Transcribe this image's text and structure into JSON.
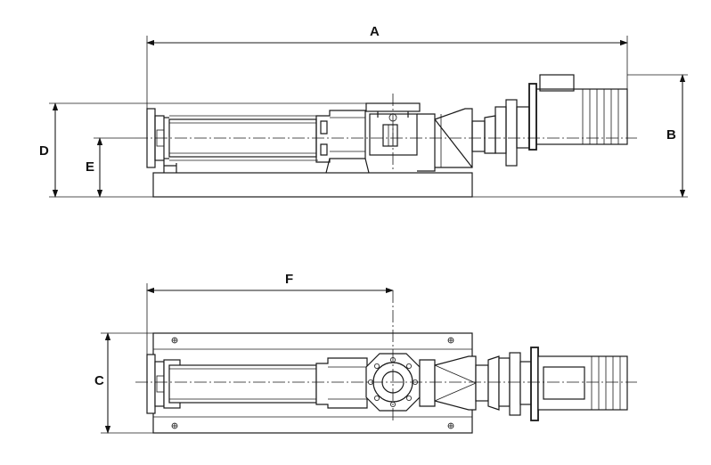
{
  "labels": {
    "A": "A",
    "B": "B",
    "C": "C",
    "D": "D",
    "E": "E",
    "F": "F"
  }
}
